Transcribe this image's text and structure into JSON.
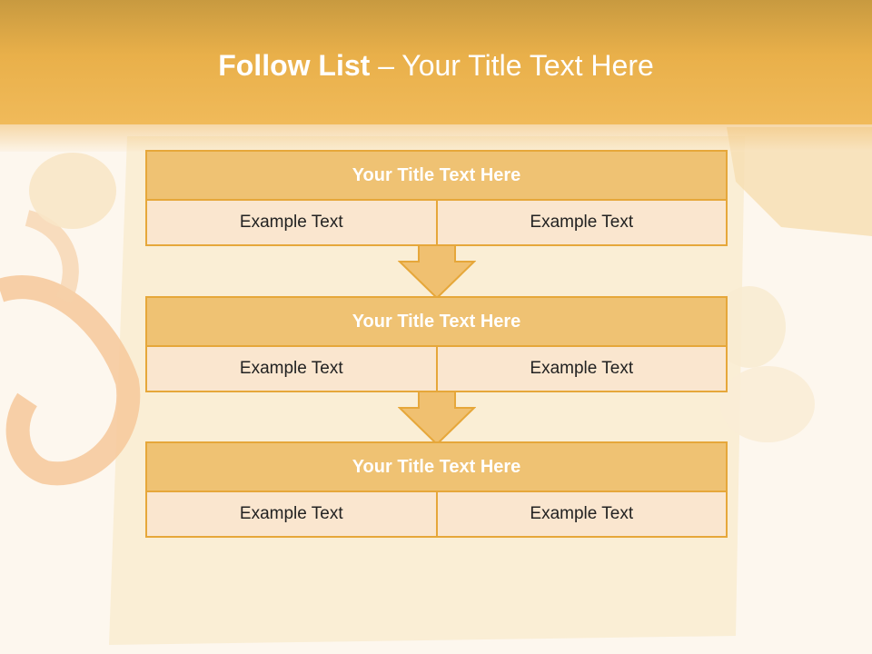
{
  "slide": {
    "title_bold": "Follow List",
    "title_rest": "– Your Title Text Here"
  },
  "blocks": [
    {
      "title": "Your Title Text Here",
      "cells": [
        "Example Text",
        "Example Text"
      ]
    },
    {
      "title": "Your Title Text Here",
      "cells": [
        "Example Text",
        "Example Text"
      ]
    },
    {
      "title": "Your Title Text Here",
      "cells": [
        "Example Text",
        "Example Text"
      ]
    }
  ],
  "colors": {
    "header_band": "#e9b04a",
    "block_title_fill": "#efc273",
    "block_cell_fill": "#fae6cf",
    "border": "#e6a73a",
    "arrow_fill": "#f0c070"
  }
}
